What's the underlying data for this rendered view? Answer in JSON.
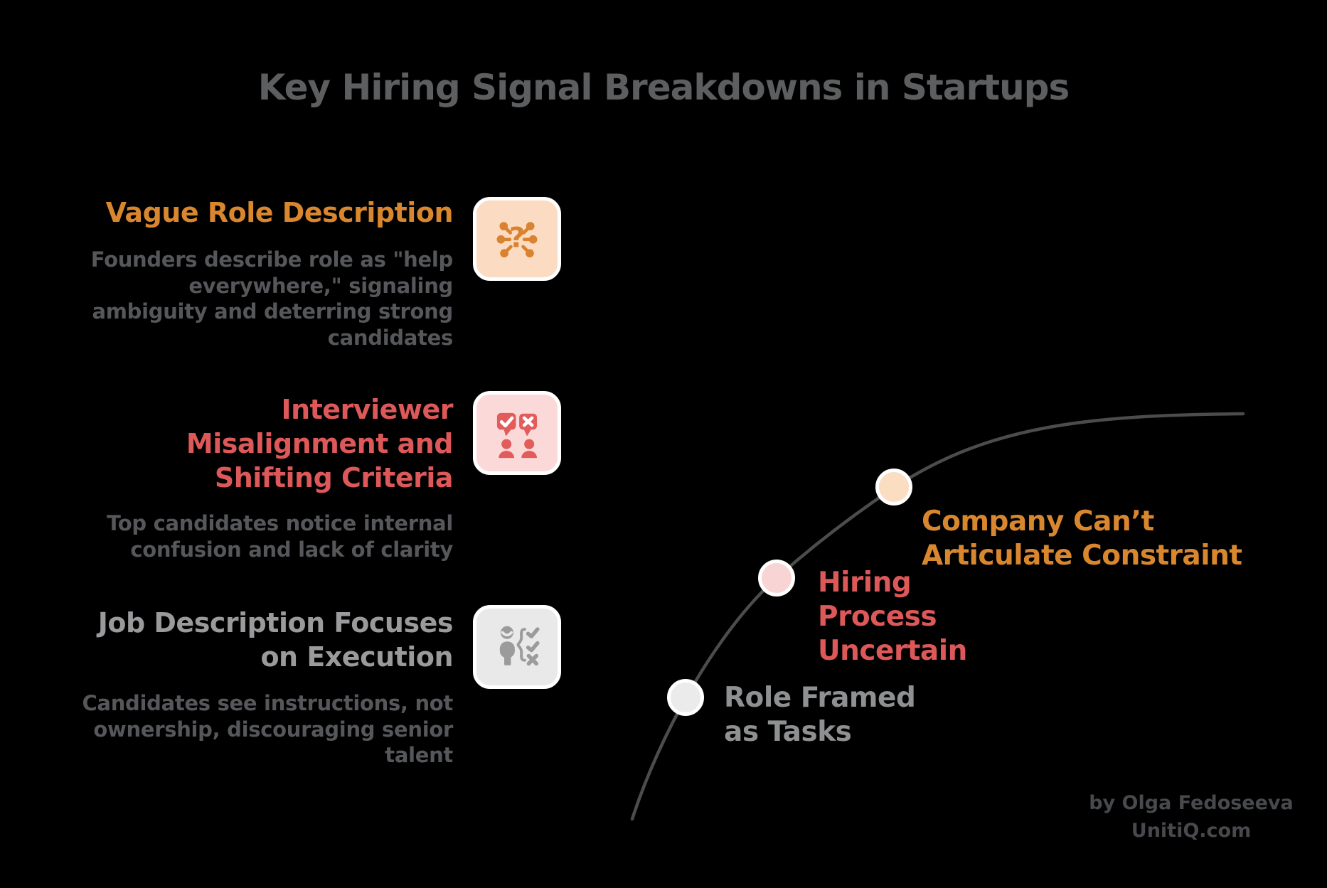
{
  "title": "Key Hiring Signal Breakdowns in Startups",
  "colors": {
    "background": "#000000",
    "title_gray": "#5d5e60",
    "accent_orange": "#d9872f",
    "accent_red": "#dd5858",
    "accent_gray": "#9a9a9c",
    "body_text_gray": "#56575a",
    "curve_line": "#4c4c4c",
    "icon_bg_peach": "#fbdcc2",
    "icon_bg_pink": "#fcd9d9",
    "icon_bg_gray": "#e9e9e9",
    "dot_gray": "#ebebeb",
    "dot_pink": "#f9d4d4",
    "dot_peach": "#fbddc1",
    "footer_gray": "#47494c"
  },
  "sections": [
    {
      "title": "Vague Role Description",
      "description": "Founders describe role as \"help\neverywhere,\" signaling\nambiguity and deterring strong\ncandidates",
      "icon": "question-hub-icon"
    },
    {
      "title": "Interviewer\nMisalignment and\nShifting Criteria",
      "description": "Top candidates notice internal\nconfusion and lack of clarity",
      "icon": "interview-mismatch-icon"
    },
    {
      "title": "Job Description Focuses\non Execution",
      "description": "Candidates see instructions, not\nownership, discouraging senior\ntalent",
      "icon": "person-checklist-icon"
    }
  ],
  "curve_stages": [
    {
      "label": "Role Framed\nas Tasks"
    },
    {
      "label": "Hiring\nProcess\nUncertain"
    },
    {
      "label": "Company Can’t\nArticulate Constraint"
    }
  ],
  "footer": {
    "byline": "by Olga Fedoseeva",
    "site": "UnitiQ.com"
  }
}
